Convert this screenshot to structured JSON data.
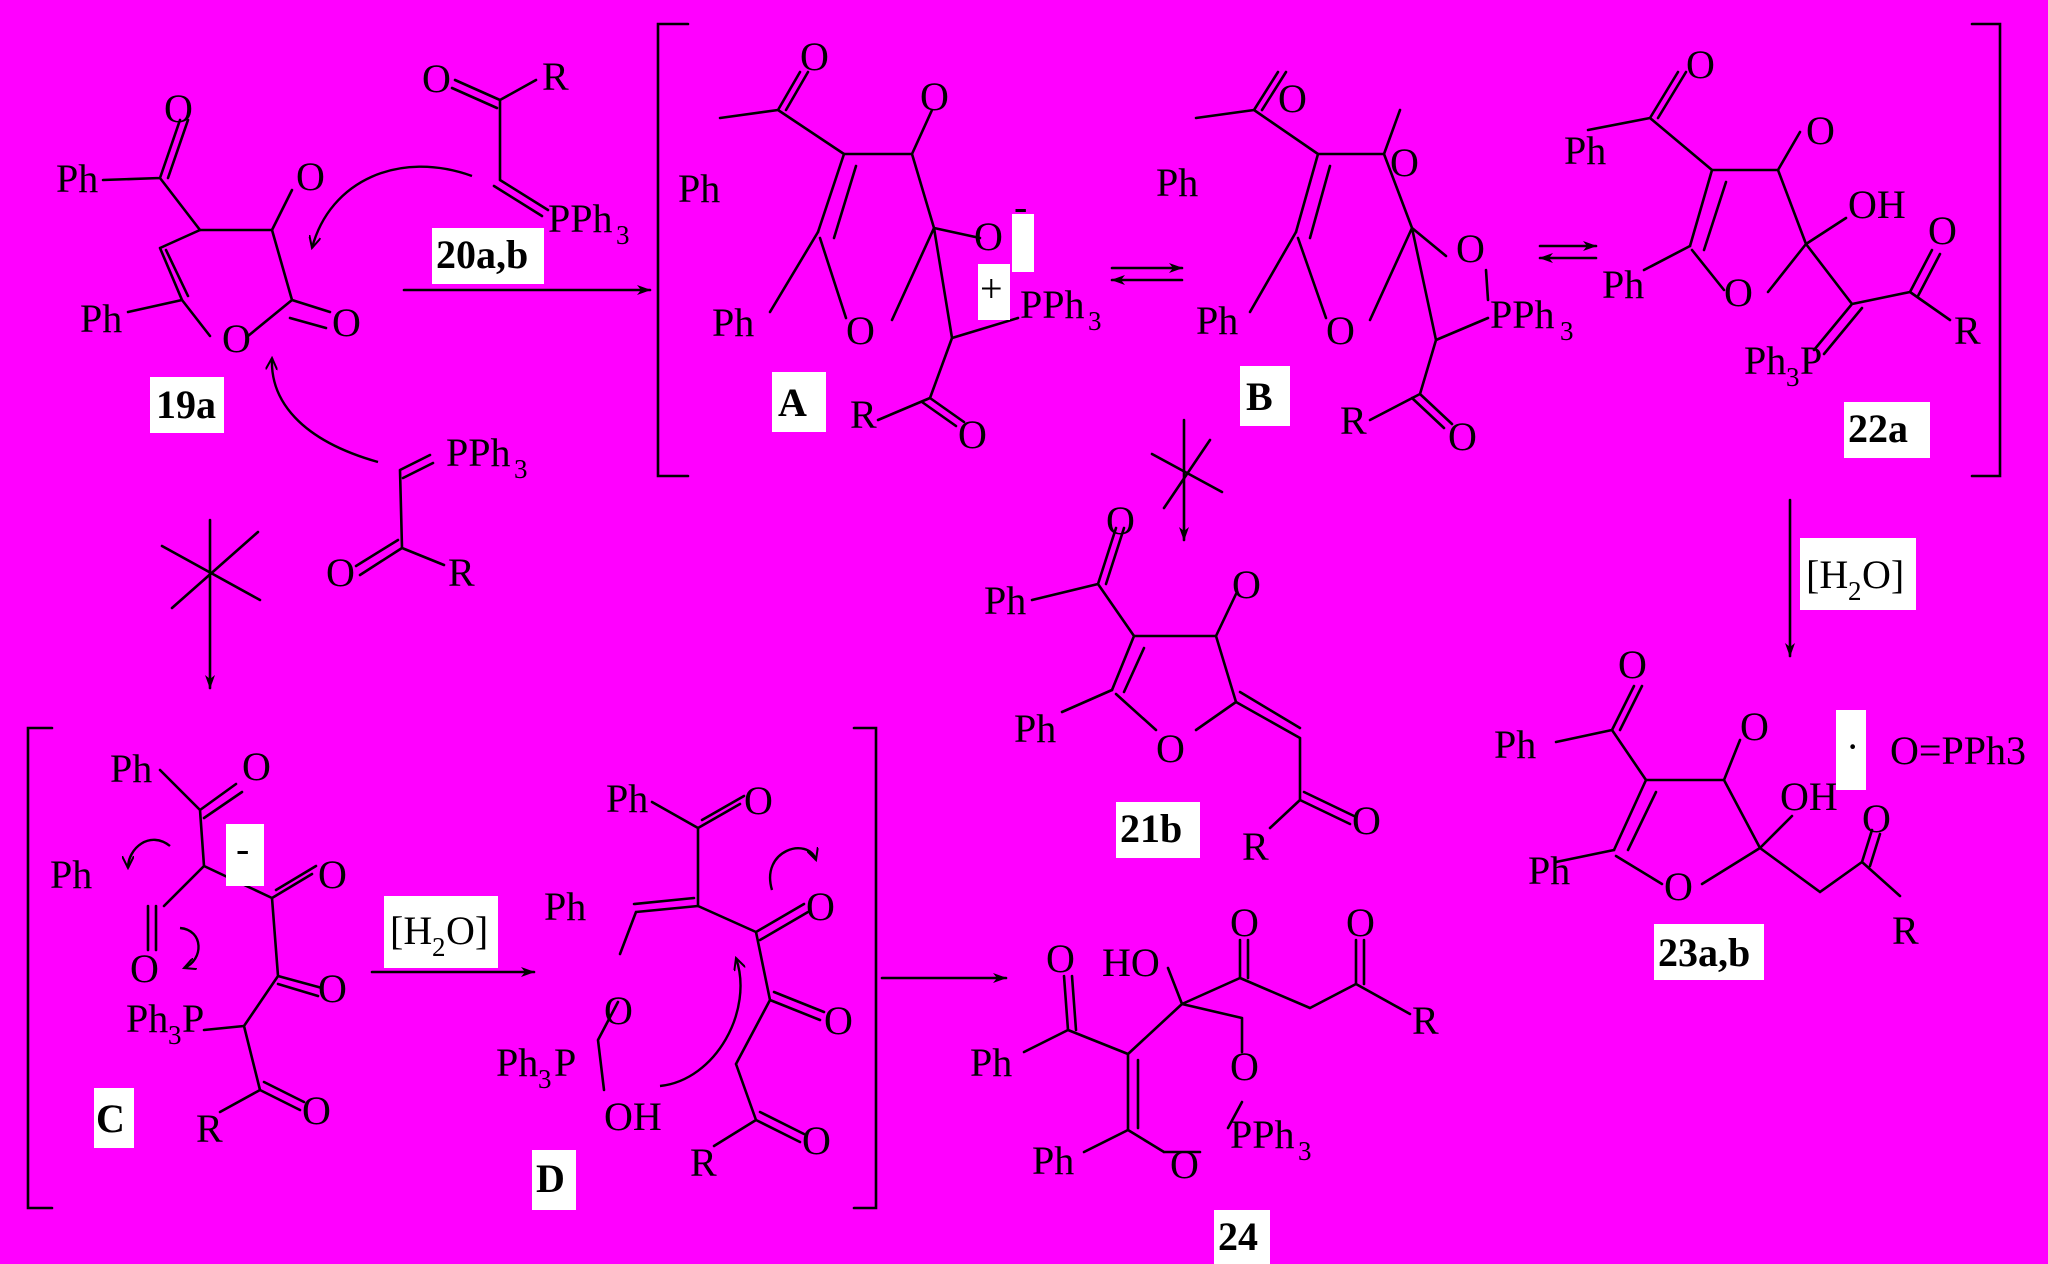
{
  "labels": {
    "c19a": "19a",
    "c20ab": "20a,b",
    "iA": "A",
    "iB": "B",
    "c22a": "22a",
    "c21b": "21b",
    "c23ab": "23a,b",
    "iC": "C",
    "iD": "D",
    "c24": "24"
  },
  "conditions": {
    "water_1": "[H2O]",
    "water_2": "[H2O]"
  },
  "byproduct": "O=PPh3",
  "charges": {
    "minus_A": "-",
    "plus_A": "+",
    "minus_C": "-"
  }
}
